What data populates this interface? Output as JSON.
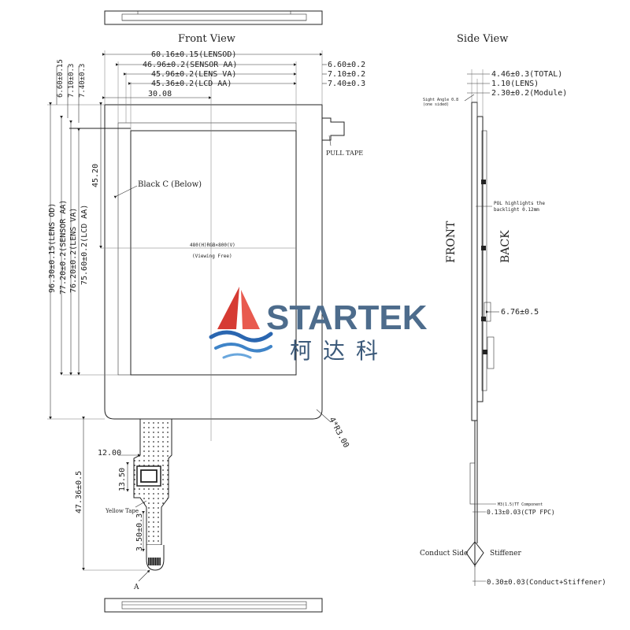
{
  "titles": {
    "front": "Front View",
    "side": "Side View"
  },
  "front_dims": {
    "lens_od_w": "60.16±0.15(LENSOD)",
    "sensor_aa_w": "46.96±0.2(SENSOR AA)",
    "lens_va_w": "45.96±0.2(LENS VA)",
    "lcd_aa_w": "45.36±0.2(LCD AA)",
    "m1": "6.60±0.2",
    "m2": "7.10±0.2",
    "m3": "7.40±0.3",
    "half_w": "30.08",
    "half_h": "45.20",
    "v1": "6.60±0.15",
    "v2": "7.10±0.3",
    "v3": "7.40±0.3",
    "lens_od_h": "96.30±0.15(LENS OD)",
    "sensor_aa_h": "77.20±0.2(SENSOR AA)",
    "lens_va_h": "76.20±0.2(LENS VA)",
    "lcd_aa_h": "75.60±0.2(LCD AA)",
    "pull_tape": "PULL TAPE",
    "black_c": "Black C (Below)",
    "center_1": "480(H)RGB×800(V)",
    "center_2": "(Viewing Free)",
    "radius": "4*R3.00",
    "fpc_w": "12.00",
    "fpc_h": "13.50",
    "fpc_len": "47.36±0.5",
    "tail": "3.50±0.3",
    "yellow_tape": "Yellow Tape",
    "marker_a": "A"
  },
  "logo": {
    "name": "STARTEK",
    "cn": "柯达科",
    "red": "#d63b33",
    "blue": "#2a66b0",
    "gray": "#5a6a7a"
  },
  "side_dims": {
    "total": "4.46±0.3(TOTAL)",
    "lens": "1.10(LENS)",
    "module": "2.30±0.2(Module)",
    "sight_1": "Sight Angle 0.8",
    "sight_2": "(one sided)",
    "front": "FRONT",
    "back": "BACK",
    "pol_1": "POL highlights the",
    "pol_2": "backlight 0.12mm",
    "d676": "6.76±0.5",
    "m3m": "M3(1.5)TT Component",
    "ctp": "0.13±0.03(CTP FPC)",
    "conduct_side": "Conduct Side",
    "stiffener": "Stiffener",
    "cs_total": "0.30±0.03(Conduct+Stiffener)"
  }
}
